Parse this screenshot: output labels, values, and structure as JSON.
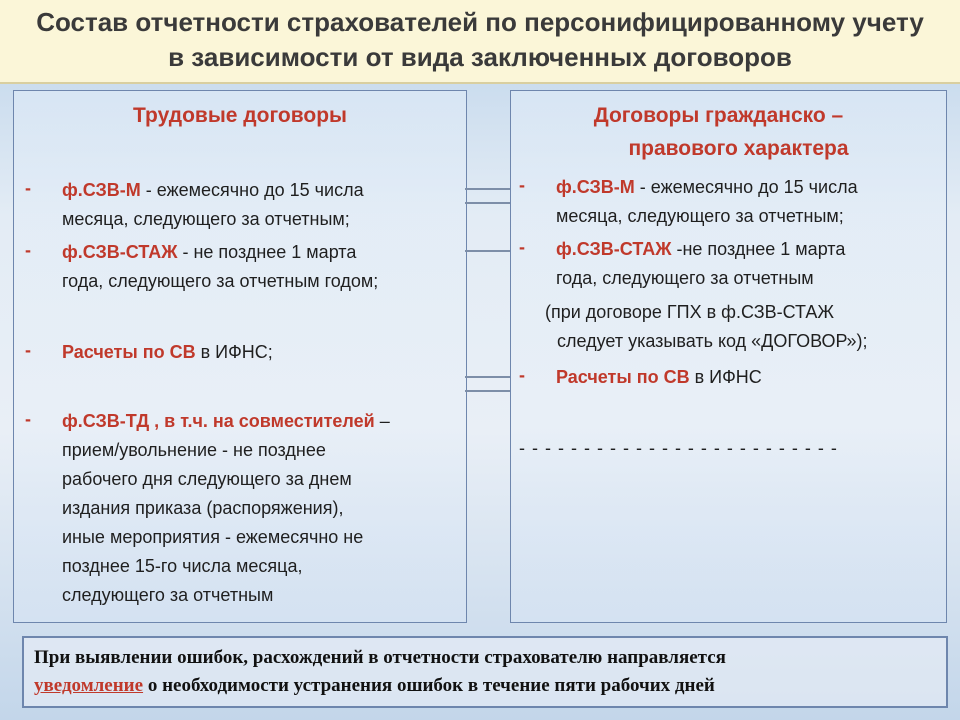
{
  "title": {
    "line1": "Состав отчетности страхователей по персонифицированному учету",
    "line2": "в зависимости от вида заключенных договоров"
  },
  "left": {
    "heading": "Трудовые договоры",
    "dash": "-",
    "items": [
      {
        "red": "ф.СЗВ-М",
        "lines": [
          " - ежемесячно до 15 числа",
          "месяца, следующего за отчетным;"
        ]
      },
      {
        "red": "ф.СЗВ-СТАЖ",
        "lines": [
          " - не позднее 1 марта",
          "года, следующего за отчетным годом;"
        ]
      },
      {
        "red": "Расчеты по СВ",
        "lines": [
          " в ИФНС;"
        ]
      },
      {
        "red": "ф.СЗВ-ТД , в т.ч. на совместителей",
        "lines": [
          " –",
          "прием/увольнение -  не позднее",
          "рабочего дня следующего за днем",
          "издания приказа (распоряжения),",
          "иные мероприятия - ежемесячно не",
          "позднее 15-го числа месяца,",
          "следующего за отчетным"
        ]
      }
    ]
  },
  "right": {
    "heading_line1": "Договоры гражданско –",
    "heading_line2": "правового характера",
    "dash": "-",
    "items": [
      {
        "red": "ф.СЗВ-М",
        "lines": [
          " - ежемесячно до 15 числа",
          "месяца, следующего за отчетным;"
        ]
      },
      {
        "red": "ф.СЗВ-СТАЖ",
        "lines": [
          " -не позднее 1 марта",
          "года, следующего за отчетным"
        ]
      },
      {
        "note_lines": [
          "(при договоре ГПХ в ф.СЗВ-СТАЖ",
          "следует  указывать код «ДОГОВОР»);"
        ]
      },
      {
        "red": "Расчеты по СВ",
        "lines": [
          " в ИФНС"
        ]
      },
      {
        "dashes": "- - - - - - - - - - - - - - - - - - - - - - - - -"
      }
    ]
  },
  "note": {
    "line1": "При выявлении ошибок, расхождений в отчетности страхователю направляется",
    "line2_red": "уведомление",
    "line2_rest": " о необходимости устранения ошибок в течение пяти рабочих дней"
  },
  "colors": {
    "accent_red": "#c0392b",
    "border": "#6e86ad",
    "title_bg": "#fbf6d8"
  }
}
